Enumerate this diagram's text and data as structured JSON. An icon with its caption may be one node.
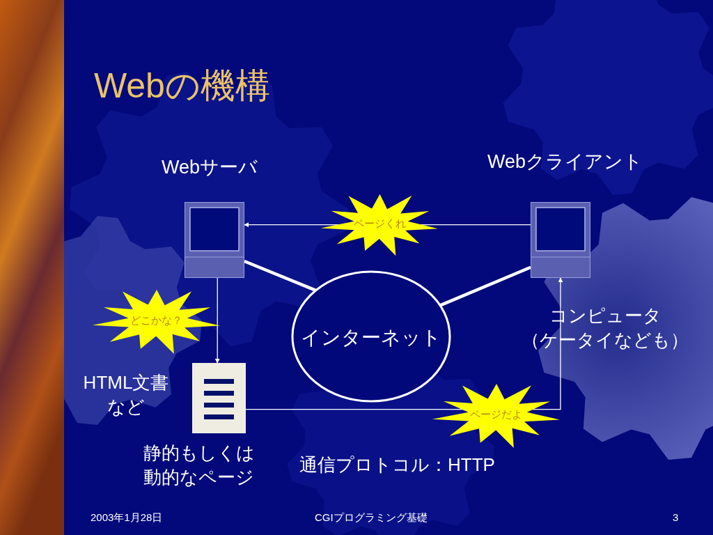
{
  "diagram": {
    "title": "Webの機構",
    "nodes": [
      {
        "text": [],
        "shape": "picture",
        "beside": [
          "Webサーバ"
        ]
      },
      {
        "text": [],
        "shape": "picture",
        "beside": [
          "Webクライアント",
          "コンピュータ（ケータイなども）"
        ]
      },
      {
        "text": [
          "インターネット"
        ]
      },
      {
        "text": [],
        "shape": "picture",
        "beside": [
          "HTML文書など",
          "静的もしくは動的なページ"
        ]
      }
    ],
    "edges": [
      {
        "from": 1,
        "to": 0,
        "arrow": "to",
        "label": "ページくれ"
      },
      {
        "from": 0,
        "to": 3,
        "arrow": "to",
        "label": "どこかな？"
      },
      {
        "from": 3,
        "to": 1,
        "arrow": "to",
        "label": "ページだよ"
      },
      {
        "from": 0,
        "to": 2,
        "arrow": "none",
        "style": "thick"
      },
      {
        "from": 2,
        "to": 1,
        "arrow": "none",
        "style": "thick"
      }
    ],
    "labels": [
      "通信プロトコル：HTTP",
      "2003年1月28日",
      "CGIプログラミング基礎",
      "3"
    ]
  }
}
